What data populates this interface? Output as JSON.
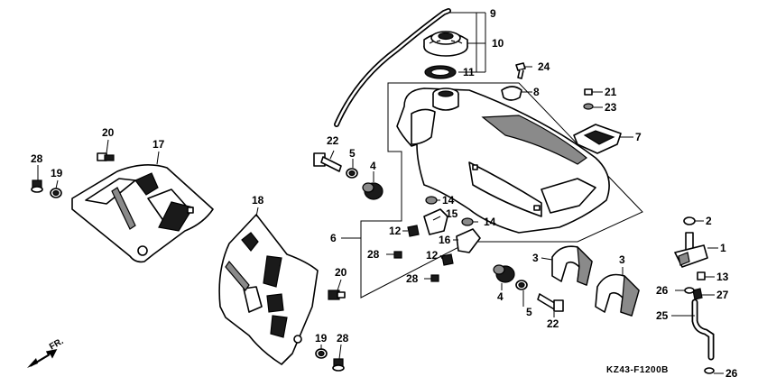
{
  "diagram": {
    "code": "KZ43-F1200B",
    "direction_label": "FR.",
    "callouts": {
      "c9": "9",
      "c10": "10",
      "c11": "11",
      "c24": "24",
      "c8": "8",
      "c21": "21",
      "c23": "23",
      "c7": "7",
      "c22a": "22",
      "c5a": "5",
      "c4a": "4",
      "c6": "6",
      "c14a": "14",
      "c15": "15",
      "c14b": "14",
      "c12a": "12",
      "c16": "16",
      "c28a": "28",
      "c12b": "12",
      "c28b": "28",
      "c3a": "3",
      "c3b": "3",
      "c4b": "4",
      "c5b": "5",
      "c22b": "22",
      "c2": "2",
      "c1": "1",
      "c13": "13",
      "c26a": "26",
      "c27": "27",
      "c25": "25",
      "c26b": "26",
      "c20a": "20",
      "c17": "17",
      "c28c": "28",
      "c19a": "19",
      "c18": "18",
      "c20b": "20",
      "c19b": "19",
      "c28d": "28"
    }
  }
}
